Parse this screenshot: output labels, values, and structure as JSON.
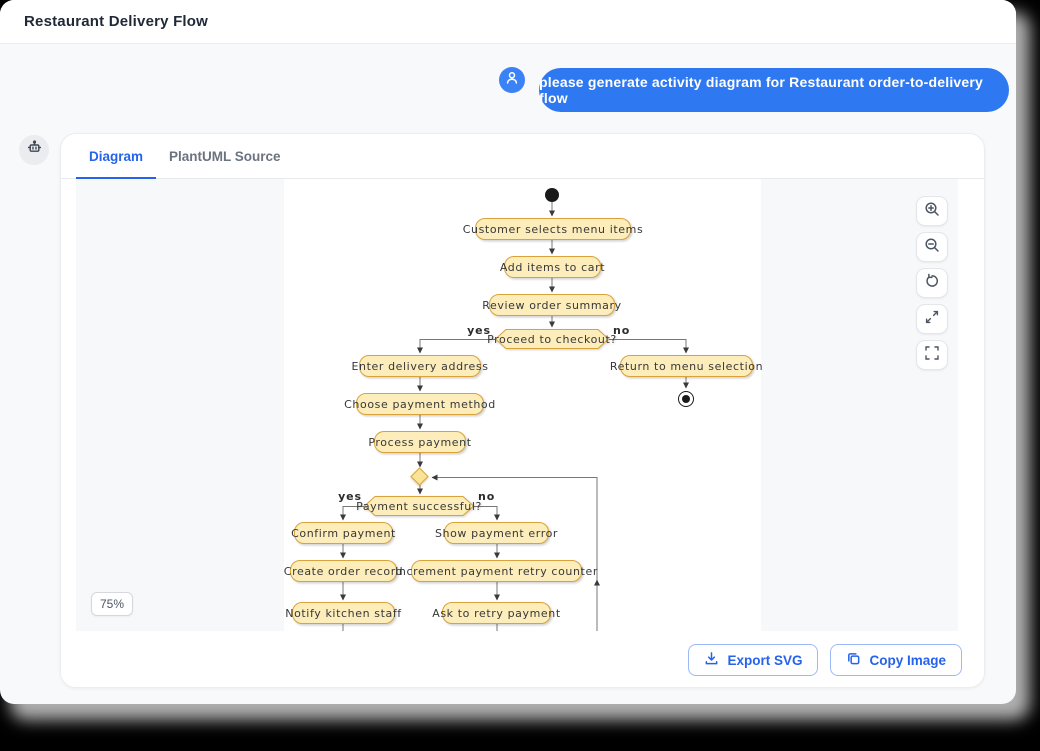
{
  "header": {
    "title": "Restaurant Delivery Flow"
  },
  "chat": {
    "message": "please generate activity diagram for Restaurant order-to-delivery flow"
  },
  "tabs": [
    {
      "label": "Diagram",
      "active": true
    },
    {
      "label": "PlantUML Source",
      "active": false
    }
  ],
  "viewer": {
    "zoom_level": "75%",
    "controls": [
      "zoom-in",
      "zoom-out",
      "reset-view",
      "expand",
      "fit-screen"
    ]
  },
  "footer": {
    "export_label": "Export SVG",
    "copy_label": "Copy Image"
  },
  "icons": {
    "avatar": "person-icon",
    "assistant": "robot-icon",
    "export": "download-icon",
    "copy": "copy-icon"
  },
  "diagram": {
    "activities": {
      "a1": "Customer selects menu items",
      "a2": "Add items to cart",
      "a3": "Review order summary",
      "a4": "Enter delivery address",
      "a5": "Return to menu selection",
      "a6": "Choose payment method",
      "a7": "Process payment",
      "a8": "Confirm payment",
      "a9": "Show payment error",
      "a10": "Create order record",
      "a11": "Increment payment retry counter",
      "a12": "Notify kitchen staff",
      "a13": "Ask to retry payment"
    },
    "decisions": {
      "d1": "Proceed to checkout?",
      "d2": "Payment successful?"
    },
    "edge_labels": {
      "d1_yes": "yes",
      "d1_no": "no",
      "d2_yes": "yes",
      "d2_no": "no"
    },
    "colors": {
      "node_fill": "#FCEDBB",
      "node_border": "#D9A33C",
      "accent": "#2563EB",
      "bubble": "#2E79F2"
    }
  }
}
